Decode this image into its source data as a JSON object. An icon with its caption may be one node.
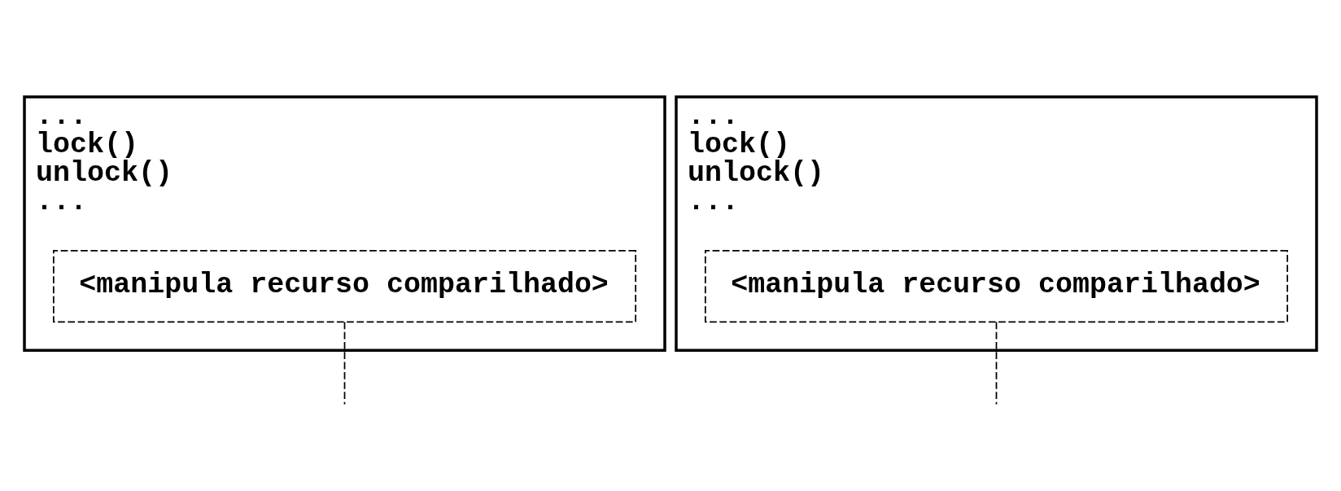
{
  "diagram": {
    "nodes": [
      {
        "text": [
          "...",
          "lock()",
          "unlock()",
          "..."
        ]
      },
      {
        "text": [
          "<manipula recurso comparilhado>"
        ],
        "in": 0
      },
      {
        "text": [
          "...",
          "lock()",
          "unlock()",
          "..."
        ]
      },
      {
        "text": [
          "<manipula recurso comparilhado>"
        ],
        "in": 2
      }
    ],
    "edges": [
      {
        "from": 1,
        "to": null,
        "arrow": "none",
        "style": "dashed"
      },
      {
        "from": 3,
        "to": null,
        "arrow": "none",
        "style": "dashed"
      }
    ]
  }
}
